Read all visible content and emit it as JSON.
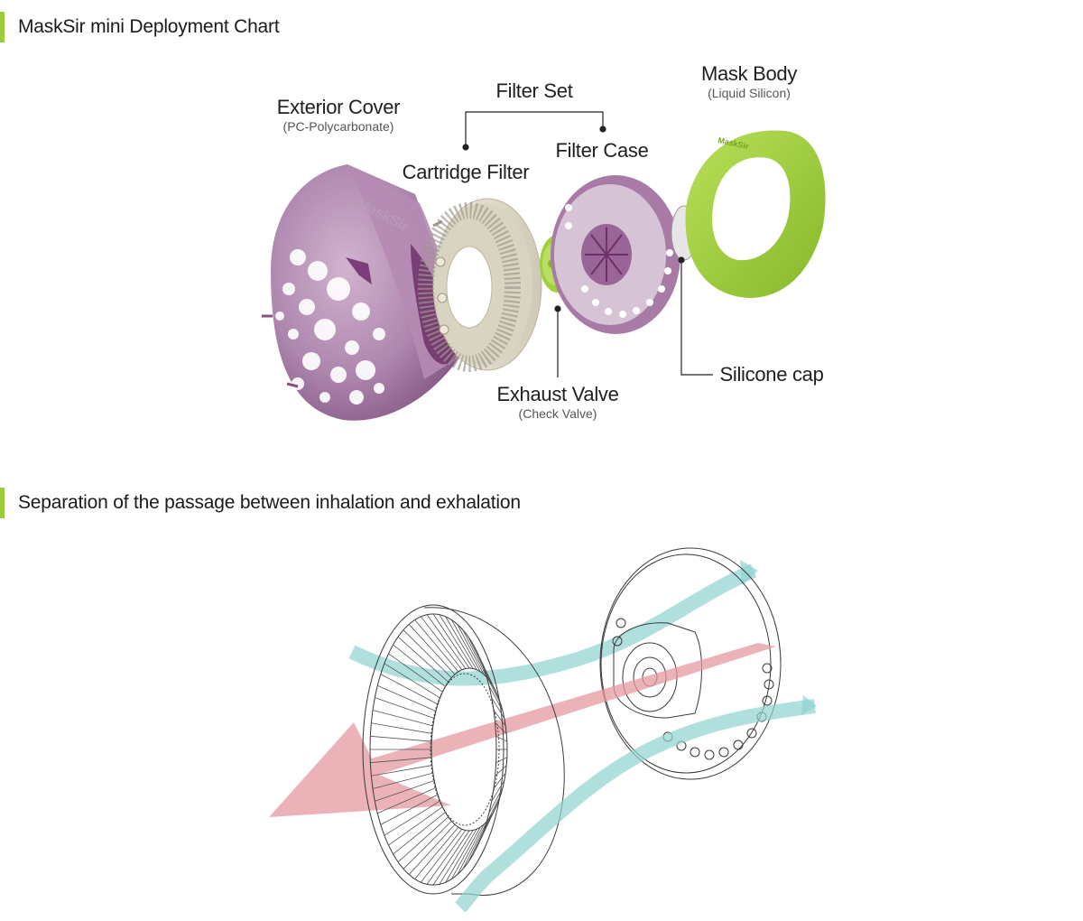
{
  "colors": {
    "accent": "#9ccc3c",
    "purple": "#8a4e86",
    "lime": "#9fcf3b",
    "beige": "#e2dccb",
    "inhale": "#8fd3cf",
    "exhale": "#e49aa0"
  },
  "sections": [
    {
      "title": "MaskSir mini Deployment Chart"
    },
    {
      "title": "Separation of the passage between inhalation and exhalation"
    }
  ],
  "parts": {
    "exterior_cover": {
      "name": "Exterior Cover",
      "material": "(PC-Polycarbonate)"
    },
    "filter_set": {
      "name": "Filter Set"
    },
    "cartridge_filter": {
      "name": "Cartridge Filter"
    },
    "filter_case": {
      "name": "Filter Case"
    },
    "mask_body": {
      "name": "Mask Body",
      "material": "(Liquid Silicon)"
    },
    "exhaust_valve": {
      "name": "Exhaust Valve",
      "material": "(Check Valve)"
    },
    "silicone_cap": {
      "name": "Silicone cap"
    }
  },
  "logo_text": "MaskSir"
}
